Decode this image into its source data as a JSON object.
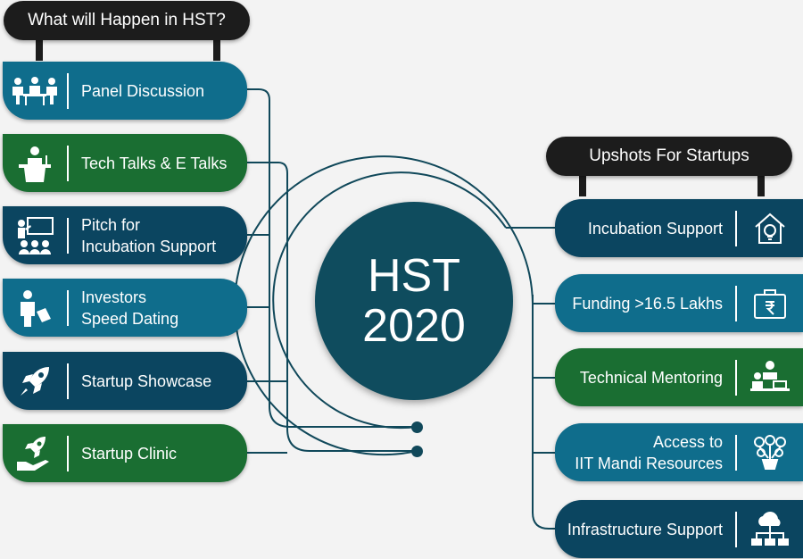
{
  "left_header": "What will Happen in HST?",
  "right_header": "Upshots For Startups",
  "hub": {
    "line1": "HST",
    "line2": "2020"
  },
  "left_items": [
    {
      "lines": [
        "Panel Discussion"
      ],
      "icon": "panel-discussion-icon",
      "color": "#0f6d8c"
    },
    {
      "lines": [
        "Tech Talks & E Talks"
      ],
      "icon": "speaker-podium-icon",
      "color": "#1a6e32"
    },
    {
      "lines": [
        "Pitch for",
        "Incubation Support"
      ],
      "icon": "presentation-board-icon",
      "color": "#0b4560"
    },
    {
      "lines": [
        "Investors",
        "Speed Dating"
      ],
      "icon": "investor-briefcase-icon",
      "color": "#0f6d8c"
    },
    {
      "lines": [
        "Startup Showcase"
      ],
      "icon": "rocket-icon",
      "color": "#0b4560"
    },
    {
      "lines": [
        "Startup Clinic"
      ],
      "icon": "rocket-hand-icon",
      "color": "#1a6e32"
    }
  ],
  "right_items": [
    {
      "lines": [
        "Incubation Support"
      ],
      "icon": "lightbulb-house-icon",
      "color": "#0b4560"
    },
    {
      "lines": [
        "Funding >16.5 Lakhs"
      ],
      "icon": "rupee-briefcase-icon",
      "color": "#0f6d8c"
    },
    {
      "lines": [
        "Technical Mentoring"
      ],
      "icon": "mentor-desk-icon",
      "color": "#1a6e32"
    },
    {
      "lines": [
        "Access to",
        "IIT Mandi Resources"
      ],
      "icon": "resources-plant-icon",
      "color": "#0f6d8c"
    },
    {
      "lines": [
        "Infrastructure Support"
      ],
      "icon": "cloud-network-icon",
      "color": "#0b4560"
    }
  ]
}
